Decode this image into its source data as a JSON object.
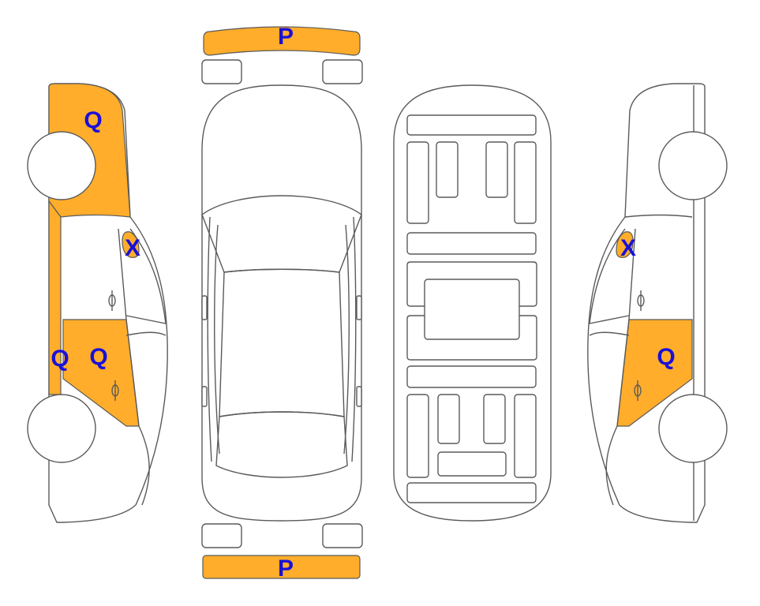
{
  "diagram": {
    "damage_fill": "#FFAD2B",
    "code_color": "#1A10D8",
    "outline_color": "#5A5A5A",
    "marks": [
      {
        "id": "front-bumper",
        "code": "P"
      },
      {
        "id": "rear-bumper",
        "code": "P"
      },
      {
        "id": "left-front-fender",
        "code": "Q"
      },
      {
        "id": "left-mirror",
        "code": "X"
      },
      {
        "id": "left-rocker",
        "code": "Q"
      },
      {
        "id": "left-rear-door",
        "code": "Q"
      },
      {
        "id": "right-mirror",
        "code": "X"
      },
      {
        "id": "right-rear-door",
        "code": "Q"
      }
    ]
  }
}
